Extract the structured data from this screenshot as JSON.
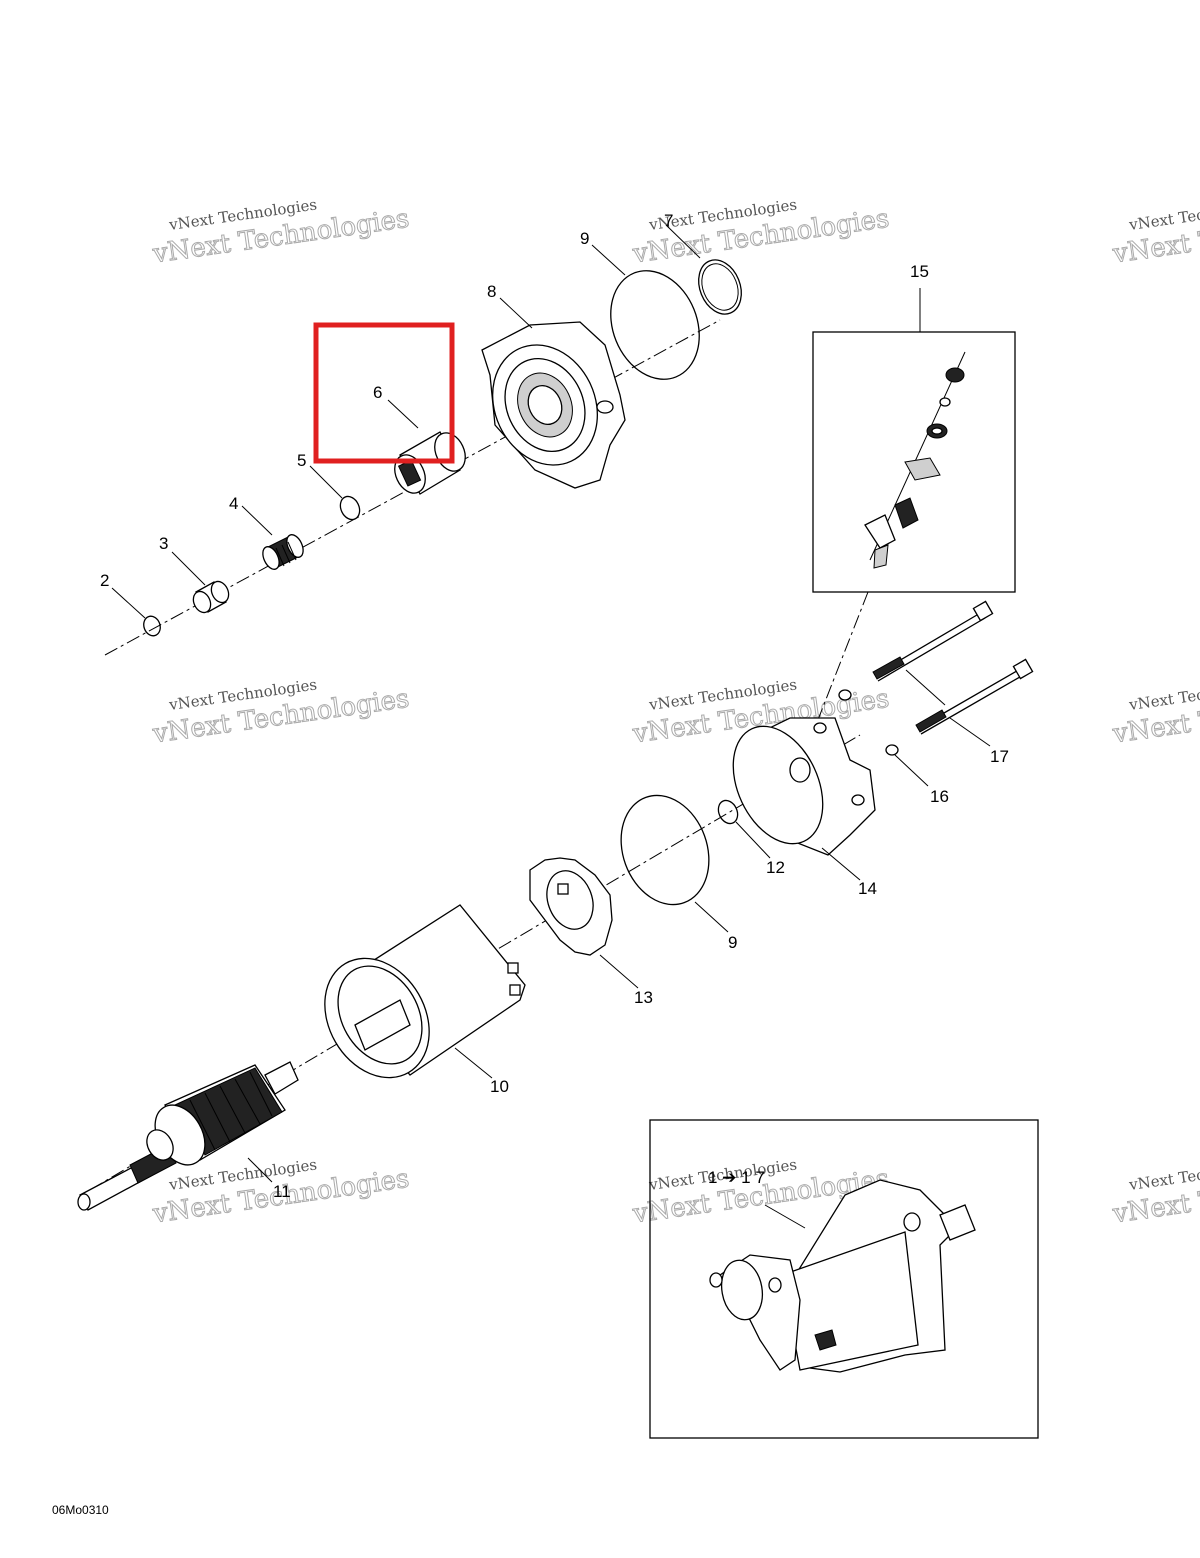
{
  "diagram_code": "06Mo0310",
  "inset_label": "1 ➔ 1 7",
  "watermark": {
    "line1": "vNext Technologies",
    "line2": "vNext Technologies"
  },
  "highlight_color": "#e02020",
  "callouts": [
    "2",
    "3",
    "4",
    "5",
    "6",
    "8",
    "9",
    "7",
    "15",
    "17",
    "16",
    "12",
    "14",
    "9",
    "13",
    "10",
    "11"
  ]
}
